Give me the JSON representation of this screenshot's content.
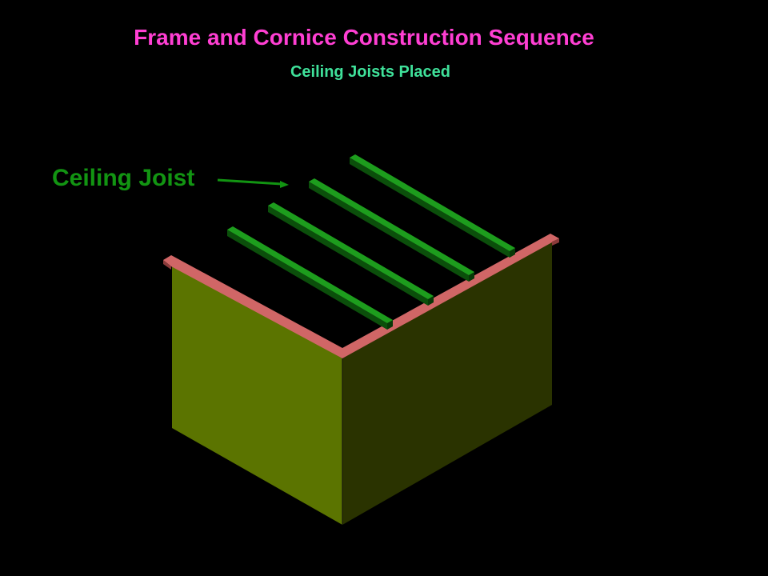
{
  "slide": {
    "title": "Frame and Cornice Construction Sequence",
    "subtitle": "Ceiling Joists Placed",
    "callout": "Ceiling Joist"
  },
  "colors": {
    "background": "#000000",
    "title": "#ff3fd3",
    "subtitle": "#3fe19a",
    "callout": "#129412",
    "wall_left": "#5b7400",
    "wall_right": "#2a3300",
    "top_plate": "#d06666",
    "joist_top": "#1d9d1d",
    "joist_side": "#0b4f0b"
  },
  "diagram": {
    "joist_count": 4,
    "icons": [
      "arrow-icon"
    ]
  }
}
